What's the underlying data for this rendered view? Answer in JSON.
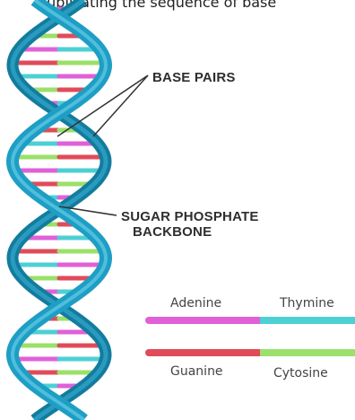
{
  "caption": "duplicating the sequence of base",
  "labels": {
    "base_pairs": "BASE PAIRS",
    "backbone_line1": "SUGAR PHOSPHATE",
    "backbone_line2": "BACKBONE"
  },
  "legend": {
    "pair1": {
      "left": "Adenine",
      "right": "Thymine",
      "left_color": "#e060d8",
      "right_color": "#4cd0d4"
    },
    "pair2": {
      "left": "Guanine",
      "right": "Cytosine",
      "left_color": "#e04b5a",
      "right_color": "#9be06a"
    }
  },
  "colors": {
    "backbone_front": "#1e9ec4",
    "backbone_back": "#137c9e",
    "pointer": "#333333"
  }
}
